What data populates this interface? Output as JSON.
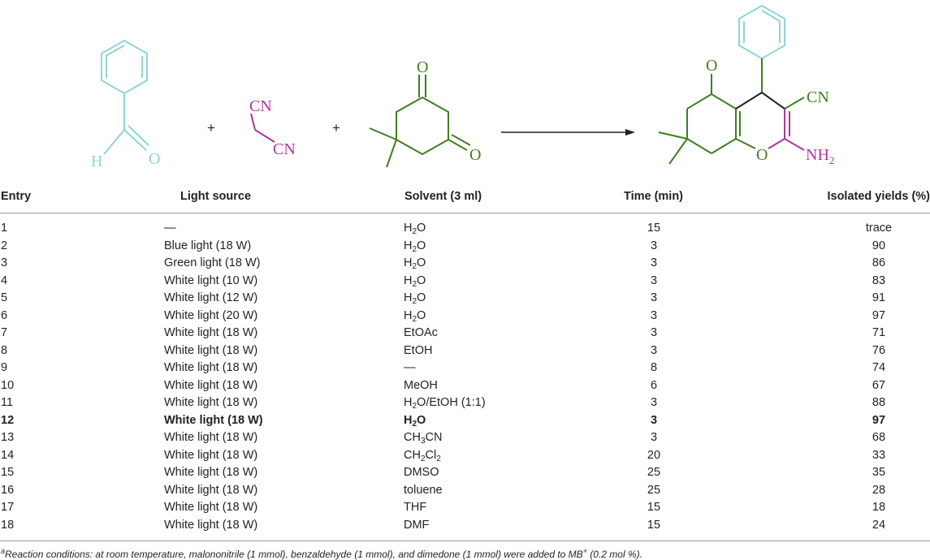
{
  "scheme": {
    "reactant1": {
      "aldehyde_h": "H",
      "aldehyde_o": "O",
      "color": "#8fd6d6"
    },
    "plus1": "+",
    "reactant2": {
      "cn_top": "CN",
      "cn_bottom": "CN",
      "color": "#b0359e"
    },
    "plus2": "+",
    "reactant3": {
      "o_top": "O",
      "o_bottom": "O",
      "color": "#3f7f1f"
    },
    "product": {
      "o_ketone": "O",
      "o_ring": "O",
      "cn": "CN",
      "nh2_base": "NH",
      "nh2_sub": "2"
    }
  },
  "table": {
    "headers": {
      "entry": "Entry",
      "light": "Light source",
      "solvent": "Solvent (3 ml)",
      "time": "Time (min)",
      "yield": "Isolated yields (%)"
    },
    "rows": [
      {
        "entry": "1",
        "light": "—",
        "solvent": [
          [
            "H",
            "2",
            "O"
          ]
        ],
        "time": "15",
        "yield": "trace"
      },
      {
        "entry": "2",
        "light": "Blue light (18 W)",
        "solvent": [
          [
            "H",
            "2",
            "O"
          ]
        ],
        "time": "3",
        "yield": "90"
      },
      {
        "entry": "3",
        "light": "Green light (18 W)",
        "solvent": [
          [
            "H",
            "2",
            "O"
          ]
        ],
        "time": "3",
        "yield": "86"
      },
      {
        "entry": "4",
        "light": "White light (10 W)",
        "solvent": [
          [
            "H",
            "2",
            "O"
          ]
        ],
        "time": "3",
        "yield": "83"
      },
      {
        "entry": "5",
        "light": "White light (12 W)",
        "solvent": [
          [
            "H",
            "2",
            "O"
          ]
        ],
        "time": "3",
        "yield": "91"
      },
      {
        "entry": "6",
        "light": "White light (20 W)",
        "solvent": [
          [
            "H",
            "2",
            "O"
          ]
        ],
        "time": "3",
        "yield": "97"
      },
      {
        "entry": "7",
        "light": "White light (18 W)",
        "solvent": [
          [
            "EtOAc",
            "",
            ""
          ]
        ],
        "time": "3",
        "yield": "71"
      },
      {
        "entry": "8",
        "light": "White light (18 W)",
        "solvent": [
          [
            "EtOH",
            "",
            ""
          ]
        ],
        "time": "3",
        "yield": "76"
      },
      {
        "entry": "9",
        "light": "White light (18 W)",
        "solvent": [
          [
            "—",
            "",
            ""
          ]
        ],
        "time": "8",
        "yield": "74"
      },
      {
        "entry": "10",
        "light": "White light (18 W)",
        "solvent": [
          [
            "MeOH",
            "",
            ""
          ]
        ],
        "time": "6",
        "yield": "67"
      },
      {
        "entry": "11",
        "light": "White light (18 W)",
        "solvent": [
          [
            "H",
            "2",
            "O/EtOH (1:1)"
          ]
        ],
        "time": "3",
        "yield": "88"
      },
      {
        "entry": "12",
        "light": "White light (18 W)",
        "solvent": [
          [
            "H",
            "2",
            "O"
          ]
        ],
        "time": "3",
        "yield": "97",
        "bold": true
      },
      {
        "entry": "13",
        "light": "White light (18 W)",
        "solvent": [
          [
            "CH",
            "3",
            "CN"
          ]
        ],
        "time": "3",
        "yield": "68"
      },
      {
        "entry": "14",
        "light": "White light (18 W)",
        "solvent": [
          [
            "CH",
            "2",
            "Cl"
          ],
          [
            "",
            "2",
            ""
          ]
        ],
        "time": "20",
        "yield": "33"
      },
      {
        "entry": "15",
        "light": "White light (18 W)",
        "solvent": [
          [
            "DMSO",
            "",
            ""
          ]
        ],
        "time": "25",
        "yield": "35"
      },
      {
        "entry": "16",
        "light": "White light (18 W)",
        "solvent": [
          [
            "toluene",
            "",
            ""
          ]
        ],
        "time": "25",
        "yield": "28"
      },
      {
        "entry": "17",
        "light": "White light (18 W)",
        "solvent": [
          [
            "THF",
            "",
            ""
          ]
        ],
        "time": "15",
        "yield": "18"
      },
      {
        "entry": "18",
        "light": "White light (18 W)",
        "solvent": [
          [
            "DMF",
            "",
            ""
          ]
        ],
        "time": "15",
        "yield": "24"
      }
    ]
  },
  "footnote": {
    "mark": "a",
    "text": "Reaction conditions: at room temperature, malononitrile (1 mmol), benzaldehyde (1 mmol), and dimedone (1 mmol) were added to MB",
    "sup": "+",
    "text_end": " (0.2 mol %)."
  }
}
